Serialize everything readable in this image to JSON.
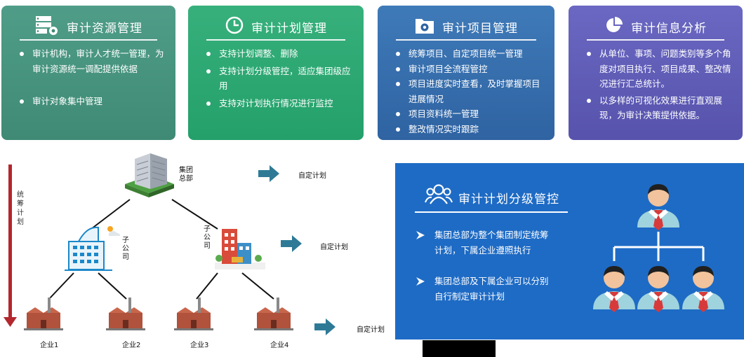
{
  "cards": [
    {
      "title": "审计资源管理",
      "icon": "server-gear-icon",
      "items": [
        "审计机构，审计人才统一管理，为审计资源统一调配提供依据",
        "审计对象集中管理"
      ]
    },
    {
      "title": "审计计划管理",
      "icon": "clock-icon",
      "items": [
        "支持计划调整、删除",
        "支持计划分级管控，适应集团级应用",
        "支持对计划执行情况进行监控"
      ]
    },
    {
      "title": "审计项目管理",
      "icon": "folder-gear-icon",
      "items": [
        "统筹项目、自定项目统一管理",
        "审计项目全流程管控",
        "项目进度实时查看，及时掌握项目进展情况",
        "项目资料统一管理",
        "整改情况实时跟踪"
      ]
    },
    {
      "title": "审计信息分析",
      "icon": "pie-chart-icon",
      "items": [
        "从单位、事项、问题类别等多个角度对项目执行、项目成果、整改情况进行汇总统计。",
        "以多样的可视化效果进行直观展现，为审计决策提供依据。"
      ]
    }
  ],
  "colors": {
    "card1": "#4a9883",
    "card2": "#2daa73",
    "card3": "#3670ad",
    "card4": "#605dba",
    "panel": "#1e6bc5",
    "arrow": "#2e7a96",
    "down_arrow": "#b3272d"
  },
  "org": {
    "hq": "集团总部",
    "sub1": "子公司",
    "sub2": "子公司",
    "enterprises": [
      "企业1",
      "企业2",
      "企业3",
      "企业4"
    ],
    "self_plan": "自定计划",
    "overall_plan": "统筹计划"
  },
  "panel": {
    "title": "审计计划分级管控",
    "icon": "people-icon",
    "bullets": [
      "集团总部为整个集团制定统筹计划，下属企业遵照执行",
      "集团总部及下属企业可以分别自行制定审计计划"
    ]
  }
}
